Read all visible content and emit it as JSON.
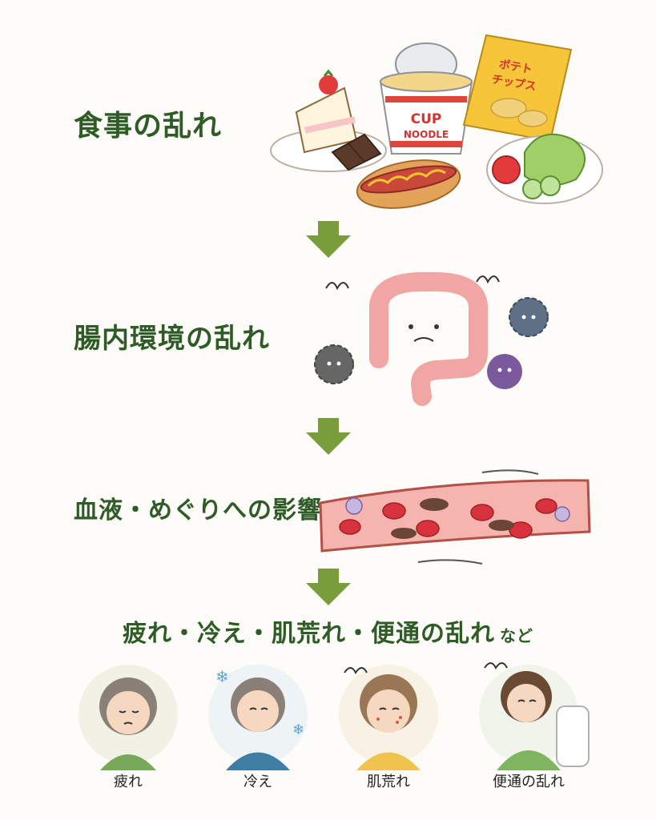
{
  "steps": [
    {
      "label": "食事の乱れ"
    },
    {
      "label": "腸内環境の乱れ"
    },
    {
      "label": "血液・めぐりへの影響"
    }
  ],
  "symptoms_heading": {
    "main": "疲れ・冷え・肌荒れ・便通の乱れ",
    "suffix": "など"
  },
  "food": {
    "chips_label_line1": "ポテト",
    "chips_label_line2": "チップス",
    "cup_label_line1": "CUP",
    "cup_label_line2": "NOODLE"
  },
  "symptoms": [
    {
      "label": "疲れ",
      "icon": "tired-woman-icon"
    },
    {
      "label": "冷え",
      "icon": "cold-woman-icon"
    },
    {
      "label": "肌荒れ",
      "icon": "rough-skin-woman-icon"
    },
    {
      "label": "便通の乱れ",
      "icon": "constipated-woman-icon"
    }
  ],
  "colors": {
    "heading": "#2e5b26",
    "arrow": "#7a9d3c",
    "blood_cell": "#d8323c"
  }
}
